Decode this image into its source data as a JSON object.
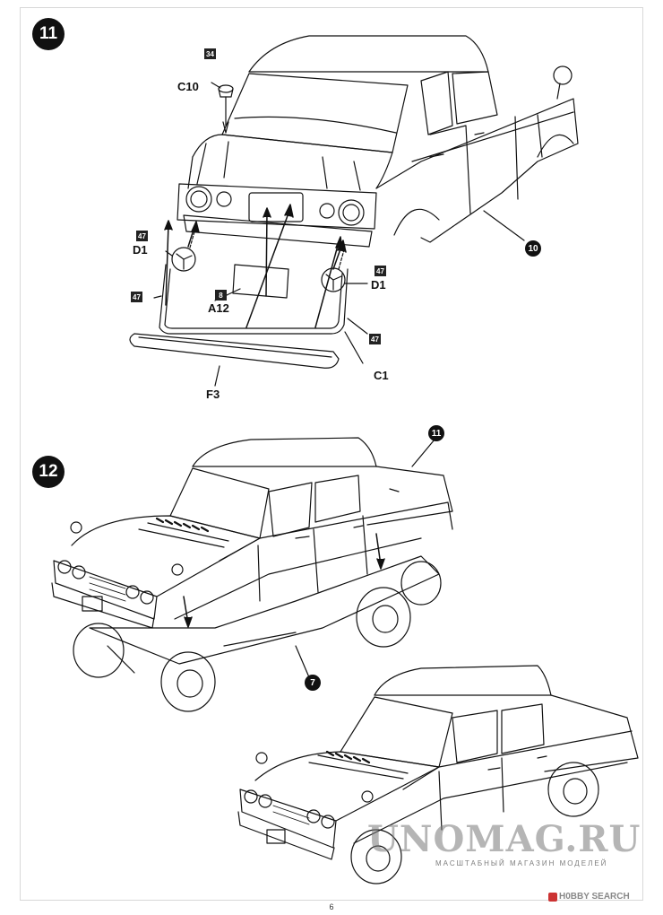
{
  "steps": [
    {
      "number": "11"
    },
    {
      "number": "12"
    }
  ],
  "step11": {
    "refs": {
      "bodyshell": "10"
    },
    "labels": {
      "c10": "C10",
      "d1_left": "D1",
      "d1_right": "D1",
      "a12": "A12",
      "c1": "C1",
      "f3": "F3"
    },
    "paint": {
      "c10": "34",
      "d1_left": "47",
      "d1_right": "47",
      "a12": "8",
      "bumper_left": "47",
      "bumper_right": "47"
    }
  },
  "step12": {
    "refs": {
      "body": "11",
      "chassis": "7"
    }
  },
  "watermark": {
    "main": "UNOMAG.RU",
    "sub": "МАСШТАБНЫЙ МАГАЗИН МОДЕЛЕЙ"
  },
  "footer": {
    "logo_text": "H0BBY SEARCH",
    "page_number": "6"
  },
  "colors": {
    "ink": "#111111",
    "paper": "#ffffff",
    "watermark": "#787878"
  },
  "icons": {
    "bullet": "filled-circle",
    "logo": "hobby-search-logo-icon"
  }
}
